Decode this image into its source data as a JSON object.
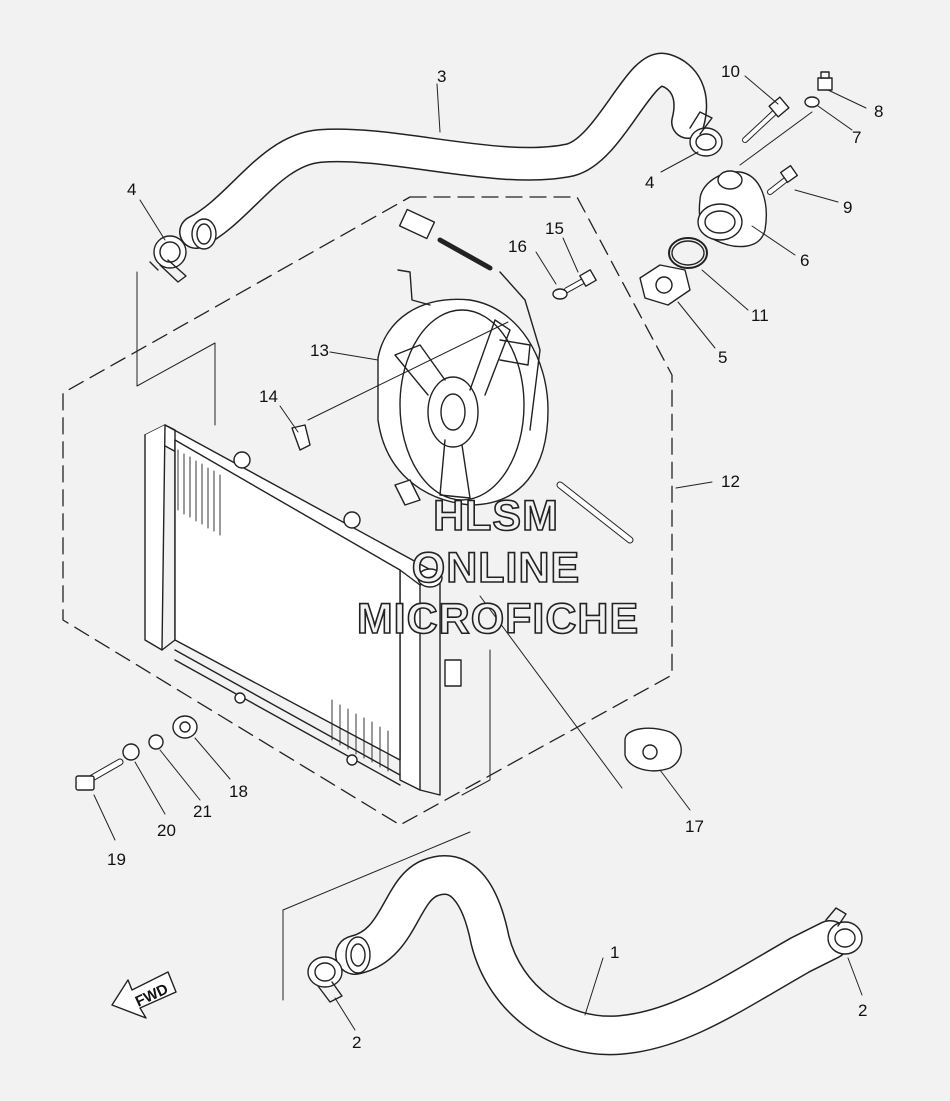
{
  "watermark": {
    "line1": "HLSM",
    "line2": "ONLINE",
    "line3": "MICROFICHE"
  },
  "fwd_label": "FWD",
  "callouts": {
    "c1": "1",
    "c2a": "2",
    "c2b": "2",
    "c3": "3",
    "c4a": "4",
    "c4b": "4",
    "c5": "5",
    "c6": "6",
    "c7": "7",
    "c8": "8",
    "c9": "9",
    "c10": "10",
    "c11": "11",
    "c12": "12",
    "c13": "13",
    "c14": "14",
    "c15": "15",
    "c16": "16",
    "c17": "17",
    "c18": "18",
    "c19": "19",
    "c20": "20",
    "c21": "21"
  },
  "colors": {
    "background": "#f2f2f2",
    "line": "#222222",
    "part_fill": "#ffffff"
  }
}
